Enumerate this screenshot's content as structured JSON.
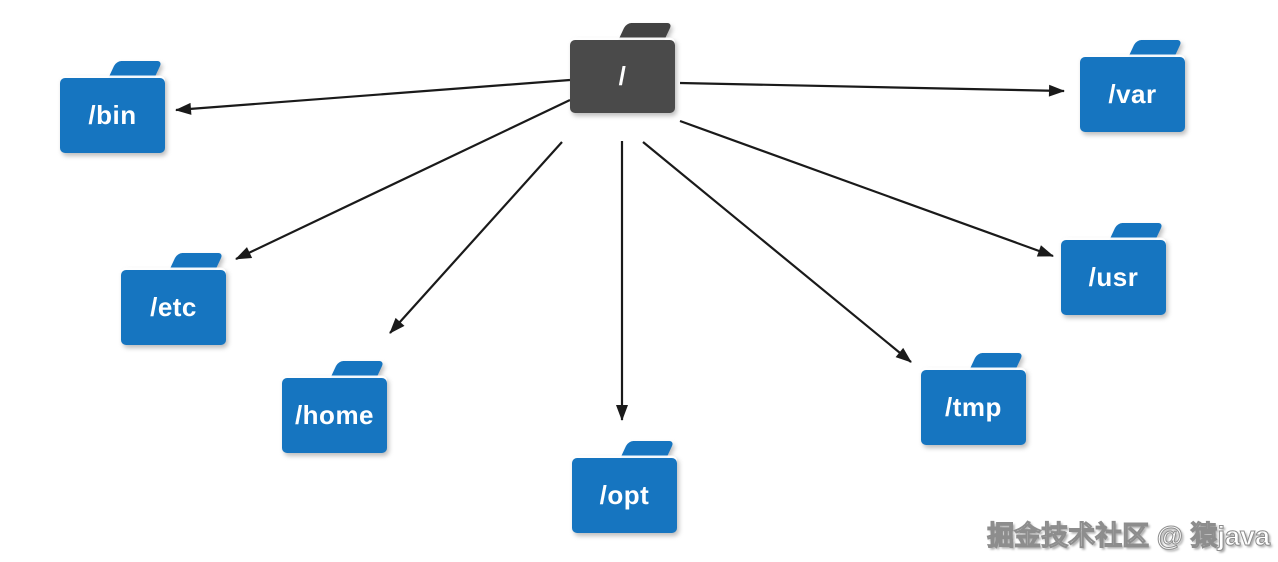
{
  "diagram": {
    "title_hint": "Linux root filesystem hierarchy",
    "root_folder": {
      "label": "/"
    },
    "folders": [
      {
        "name": "bin",
        "label": "/bin"
      },
      {
        "name": "etc",
        "label": "/etc"
      },
      {
        "name": "home",
        "label": "/home"
      },
      {
        "name": "opt",
        "label": "/opt"
      },
      {
        "name": "tmp",
        "label": "/tmp"
      },
      {
        "name": "usr",
        "label": "/usr"
      },
      {
        "name": "var",
        "label": "/var"
      }
    ],
    "colors": {
      "folder_blue": "#1675c0",
      "root_gray": "#4a4a4a",
      "arrow_black": "#1a1a1a",
      "label_white": "#ffffff",
      "background": "#ffffff"
    }
  },
  "watermark": {
    "text": "掘金技术社区 @ 猿java"
  }
}
